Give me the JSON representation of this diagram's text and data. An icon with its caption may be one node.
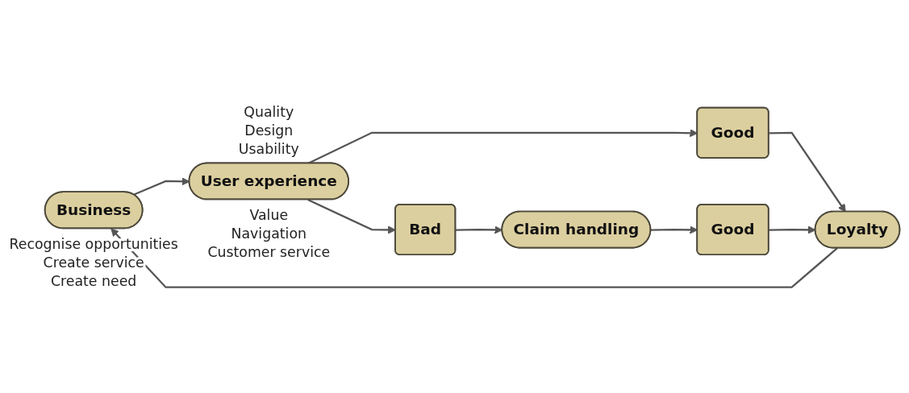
{
  "diagram": {
    "nodes": [
      {
        "text": [
          "Business"
        ],
        "beside": [
          "Recognise opportunities",
          "Create service",
          "Create need"
        ]
      },
      {
        "text": [
          "User experience"
        ],
        "beside": [
          "Quality",
          "Design",
          "Usability",
          "Value",
          "Navigation",
          "Customer service"
        ]
      },
      {
        "text": [
          "Good"
        ]
      },
      {
        "text": [
          "Bad"
        ]
      },
      {
        "text": [
          "Loyalty"
        ]
      },
      {
        "text": [
          "Claim handling"
        ]
      },
      {
        "text": [
          "Good"
        ]
      }
    ],
    "edges": [
      {
        "from": 4,
        "to": 0,
        "arrow": "to"
      },
      {
        "from": 0,
        "to": 1,
        "arrow": "to"
      },
      {
        "from": 1,
        "to": 2,
        "arrow": "to"
      },
      {
        "from": 1,
        "to": 3,
        "arrow": "to"
      },
      {
        "from": 2,
        "to": 4,
        "arrow": "to"
      },
      {
        "from": 3,
        "to": 5,
        "arrow": "to"
      },
      {
        "from": 5,
        "to": 6,
        "arrow": "to"
      },
      {
        "from": 6,
        "to": 4,
        "arrow": "to"
      }
    ]
  }
}
